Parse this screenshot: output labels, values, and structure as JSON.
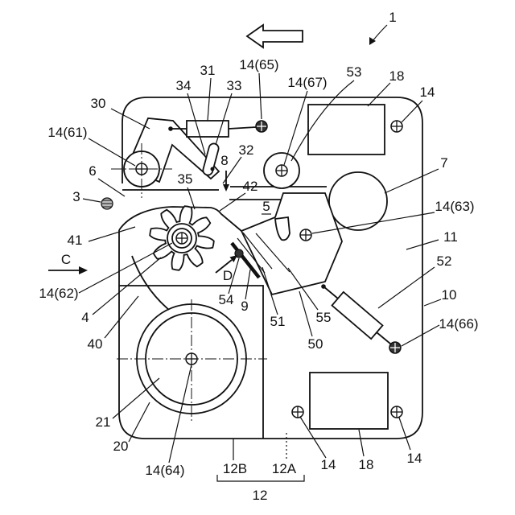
{
  "labels": {
    "n1": "1",
    "n31": "31",
    "n14_65": "14(65)",
    "n34": "34",
    "n33": "33",
    "n14_67": "14(67)",
    "n53": "53",
    "n18_top": "18",
    "n14_top_right": "14",
    "n30": "30",
    "n14_61": "14(61)",
    "n8": "8",
    "n32": "32",
    "n7": "7",
    "n6": "6",
    "n35": "35",
    "n42": "42",
    "n3": "3",
    "n5": "5",
    "n14_63": "14(63)",
    "n41": "41",
    "n11": "11",
    "nC": "C",
    "n52": "52",
    "nD": "D",
    "n14_62": "14(62)",
    "n54": "54",
    "n9": "9",
    "n10": "10",
    "n4": "4",
    "n55": "55",
    "n51": "51",
    "n14_66": "14(66)",
    "n40": "40",
    "n50": "50",
    "n21": "21",
    "n20": "20",
    "n14_64": "14(64)",
    "n12B": "12B",
    "n12A": "12A",
    "n14_bottom_left": "14",
    "n18_bottom": "18",
    "n14_bottom_right": "14",
    "n12": "12"
  }
}
